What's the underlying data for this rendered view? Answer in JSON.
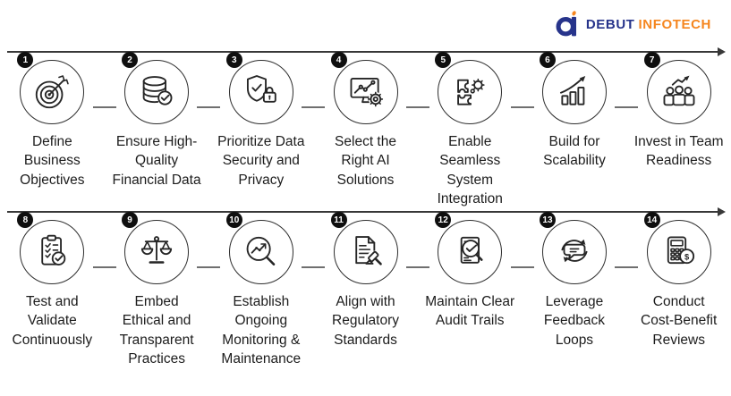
{
  "logo": {
    "brand_primary": "DEBUT",
    "brand_secondary": "INFOTECH",
    "primary_color": "#27348B",
    "secondary_color": "#F5861F"
  },
  "colors": {
    "timeline": "#383838",
    "badge_bg": "#0f0f0f",
    "badge_text": "#ffffff",
    "icon_stroke": "#262626",
    "label_text": "#1c1c1c",
    "dash": "#6f6f6f"
  },
  "rows": [
    {
      "steps": [
        {
          "number": "1",
          "label": "Define\nBusiness\nObjectives",
          "icon": "target-arrow-icon"
        },
        {
          "number": "2",
          "label": "Ensure High-\nQuality\nFinancial Data",
          "icon": "database-check-icon"
        },
        {
          "number": "3",
          "label": "Prioritize Data\nSecurity and\nPrivacy",
          "icon": "shield-lock-icon"
        },
        {
          "number": "4",
          "label": "Select the\nRight AI\nSolutions",
          "icon": "monitor-gear-icon"
        },
        {
          "number": "5",
          "label": "Enable Seamless\nSystem\nIntegration",
          "icon": "puzzle-gear-icon"
        },
        {
          "number": "6",
          "label": "Build for\nScalability",
          "icon": "growth-bars-icon"
        },
        {
          "number": "7",
          "label": "Invest in Team\nReadiness",
          "icon": "team-growth-icon"
        }
      ]
    },
    {
      "steps": [
        {
          "number": "8",
          "label": "Test and\nValidate\nContinuously",
          "icon": "checklist-icon"
        },
        {
          "number": "9",
          "label": "Embed\nEthical and\nTransparent\nPractices",
          "icon": "balance-scale-icon"
        },
        {
          "number": "10",
          "label": "Establish\nOngoing\nMonitoring &\nMaintenance",
          "icon": "magnifier-chart-icon"
        },
        {
          "number": "11",
          "label": "Align with\nRegulatory\nStandards",
          "icon": "document-gavel-icon"
        },
        {
          "number": "12",
          "label": "Maintain Clear\nAudit Trails",
          "icon": "audit-magnifier-icon"
        },
        {
          "number": "13",
          "label": "Leverage\nFeedback\nLoops",
          "icon": "feedback-loop-icon"
        },
        {
          "number": "14",
          "label": "Conduct\nCost-Benefit\nReviews",
          "icon": "calculator-dollar-icon"
        }
      ]
    }
  ]
}
